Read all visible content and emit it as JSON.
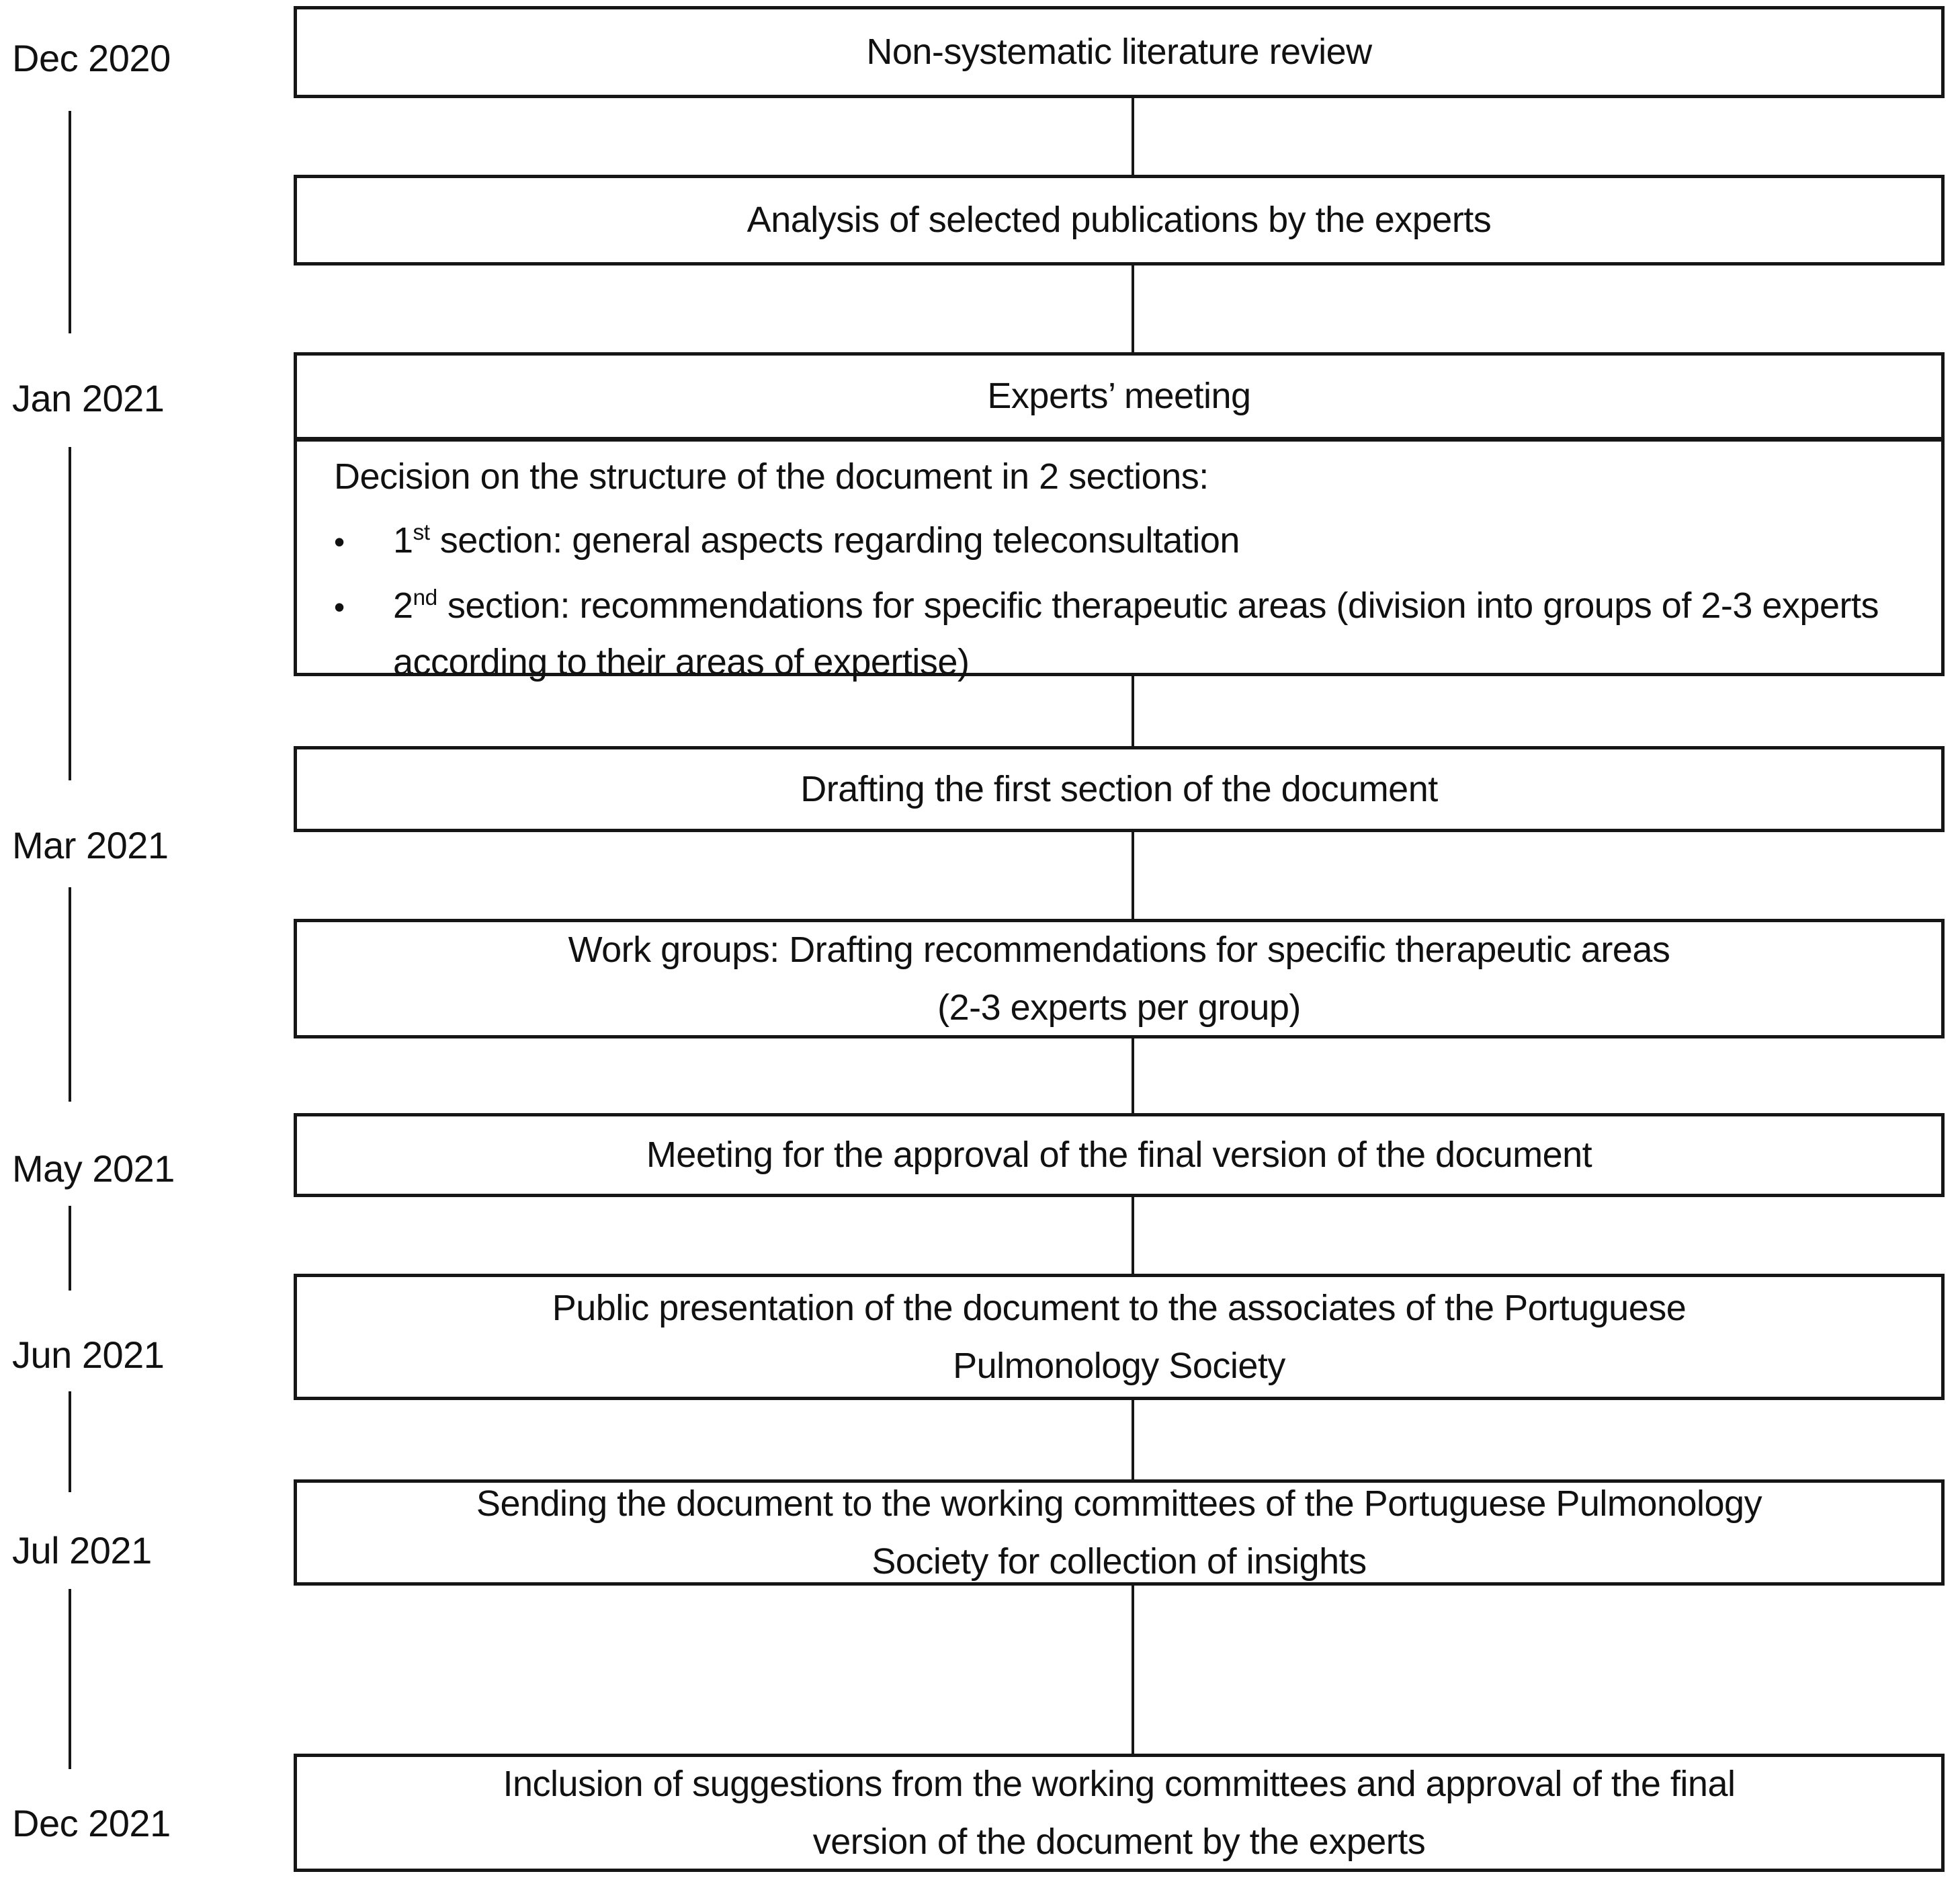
{
  "diagram": {
    "timeline_labels": [
      "Dec 2020",
      "Jan 2021",
      "Mar 2021",
      "May 2021",
      "Jun 2021",
      "Jul 2021",
      "Dec 2021"
    ],
    "boxes": {
      "literature_review": {
        "text": "Non-systematic literature review"
      },
      "analysis": {
        "text": "Analysis of selected publications by the experts"
      },
      "experts_meeting": {
        "text": "Experts’ meeting"
      },
      "decision": {
        "intro": "Decision on the structure of the document in 2 sections:",
        "bullet_char": "•",
        "bullets": [
          {
            "num": "1",
            "ordinal": "st",
            "rest": "section: general aspects regarding teleconsultation"
          },
          {
            "num": "2",
            "ordinal": "nd",
            "rest": "section: recommendations for specific therapeutic areas (division into groups of 2-3 experts according to their areas of expertise)"
          }
        ]
      },
      "drafting_first_section": {
        "text": "Drafting the first section of the document"
      },
      "work_groups": {
        "lines": [
          "Work groups: Drafting recommendations for specific therapeutic areas",
          "(2-3 experts per group)"
        ]
      },
      "approval_meeting": {
        "text": "Meeting for the approval of the final version of the document"
      },
      "public_presentation": {
        "lines": [
          "Public presentation of the document to the associates of the Portuguese",
          "Pulmonology Society"
        ]
      },
      "sending_document": {
        "lines": [
          "Sending the document to the working committees of the Portuguese Pulmonology",
          "Society for collection of insights"
        ]
      },
      "final_inclusion": {
        "lines": [
          "Inclusion of suggestions from the working committees and approval of the final",
          "version of the document by the experts"
        ]
      }
    },
    "colors": {
      "line": "#161616",
      "box_background": "#ffffff",
      "text": "#111111",
      "page_background": "#ffffff"
    }
  }
}
